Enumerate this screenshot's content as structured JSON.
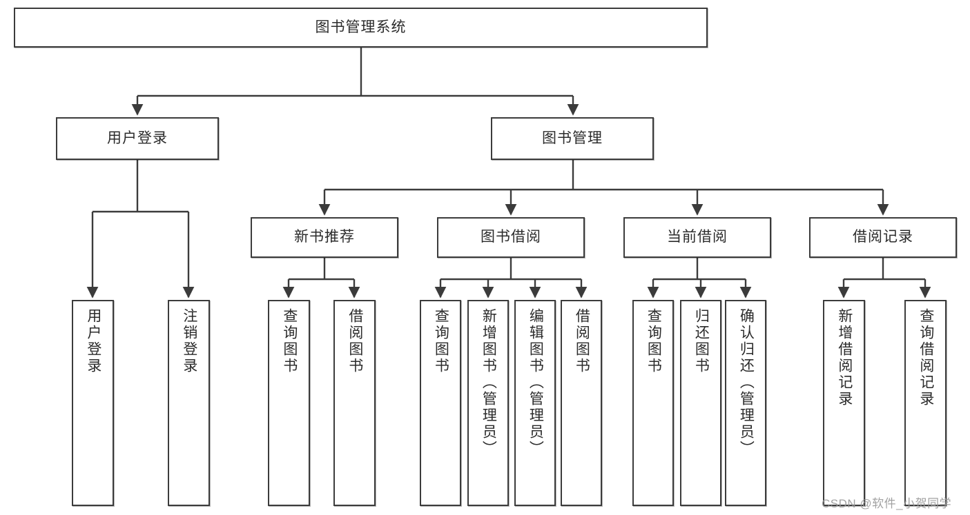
{
  "diagram": {
    "title": "图书管理系统",
    "type": "tree-hierarchy",
    "colors": {
      "box_border": "#3b3b3b",
      "box_fill": "#ffffff",
      "connector": "#3b3b3b",
      "text": "#2b2b2b",
      "watermark": "#9a9a9a",
      "background": "#ffffff"
    },
    "root": {
      "label": "图书管理系统"
    },
    "level2": [
      {
        "label": "用户登录"
      },
      {
        "label": "图书管理"
      }
    ],
    "level3": [
      {
        "label": "新书推荐"
      },
      {
        "label": "图书借阅"
      },
      {
        "label": "当前借阅"
      },
      {
        "label": "借阅记录"
      }
    ],
    "leaves": {
      "user_login": [
        {
          "label": "用户登录"
        },
        {
          "label": "注销登录"
        }
      ],
      "new_book_recommend": [
        {
          "label": "查询图书"
        },
        {
          "label": "借阅图书"
        }
      ],
      "book_borrow": [
        {
          "label": "查询图书"
        },
        {
          "label": "新增图书（管理员）"
        },
        {
          "label": "编辑图书（管理员）"
        },
        {
          "label": "借阅图书"
        }
      ],
      "current_borrow": [
        {
          "label": "查询图书"
        },
        {
          "label": "归还图书"
        },
        {
          "label": "确认归还（管理员）"
        }
      ],
      "borrow_record": [
        {
          "label": "新增借阅记录"
        },
        {
          "label": "查询借阅记录"
        }
      ]
    }
  },
  "watermark": {
    "text": "CSDN @软件_小贺同学"
  }
}
